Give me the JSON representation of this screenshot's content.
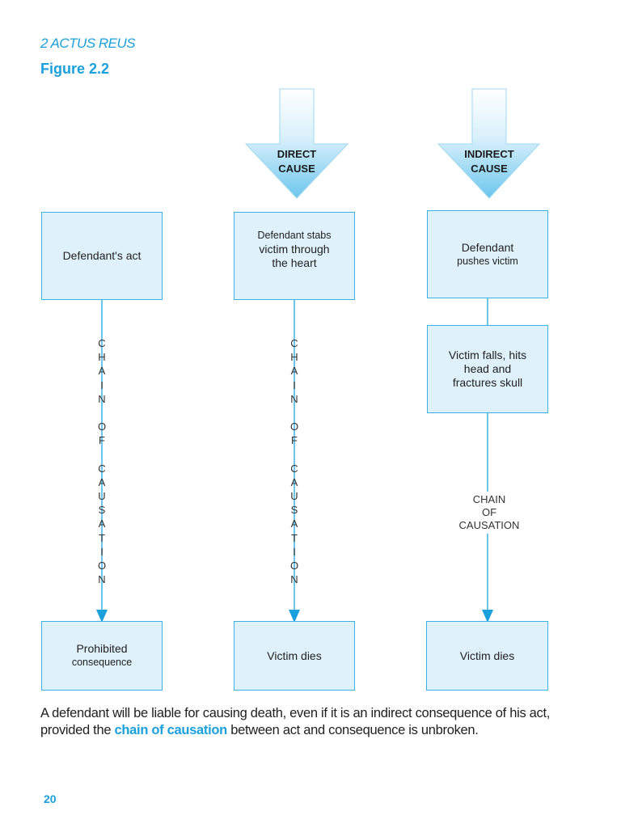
{
  "header": {
    "section": "2 ACTUS REUS",
    "figure_label": "Figure 2.2"
  },
  "arrows": {
    "direct": [
      "DIRECT",
      "CAUSE"
    ],
    "indirect": [
      "INDIRECT",
      "CAUSE"
    ]
  },
  "columns": {
    "general": {
      "act": "Defendant's act",
      "chain": [
        "C",
        "H",
        "A",
        "I",
        "N",
        "",
        "O",
        "F",
        "",
        "C",
        "A",
        "U",
        "S",
        "A",
        "T",
        "I",
        "O",
        "N"
      ],
      "consequence": [
        "Prohibited",
        "consequence"
      ]
    },
    "direct": {
      "act": [
        "Defendant stabs",
        "victim through",
        "the heart"
      ],
      "chain": [
        "C",
        "H",
        "A",
        "I",
        "N",
        "",
        "O",
        "F",
        "",
        "C",
        "A",
        "U",
        "S",
        "A",
        "T",
        "I",
        "O",
        "N"
      ],
      "consequence": "Victim dies"
    },
    "indirect": {
      "act": [
        "Defendant",
        "pushes victim"
      ],
      "intermediate": [
        "Victim falls, hits",
        "head and",
        "fractures skull"
      ],
      "chain": [
        "CHAIN",
        "OF",
        "CAUSATION"
      ],
      "consequence": "Victim dies"
    }
  },
  "caption": {
    "before": "A defendant will be liable for causing death, even if it is an indirect consequence of his act, provided the ",
    "highlight": "chain of causation",
    "after": " between act and consequence is unbroken."
  },
  "page_number": "20",
  "colors": {
    "accent": "#1aa0dc",
    "box_fill": "#dff1fa",
    "box_border": "#3bb2e3"
  }
}
